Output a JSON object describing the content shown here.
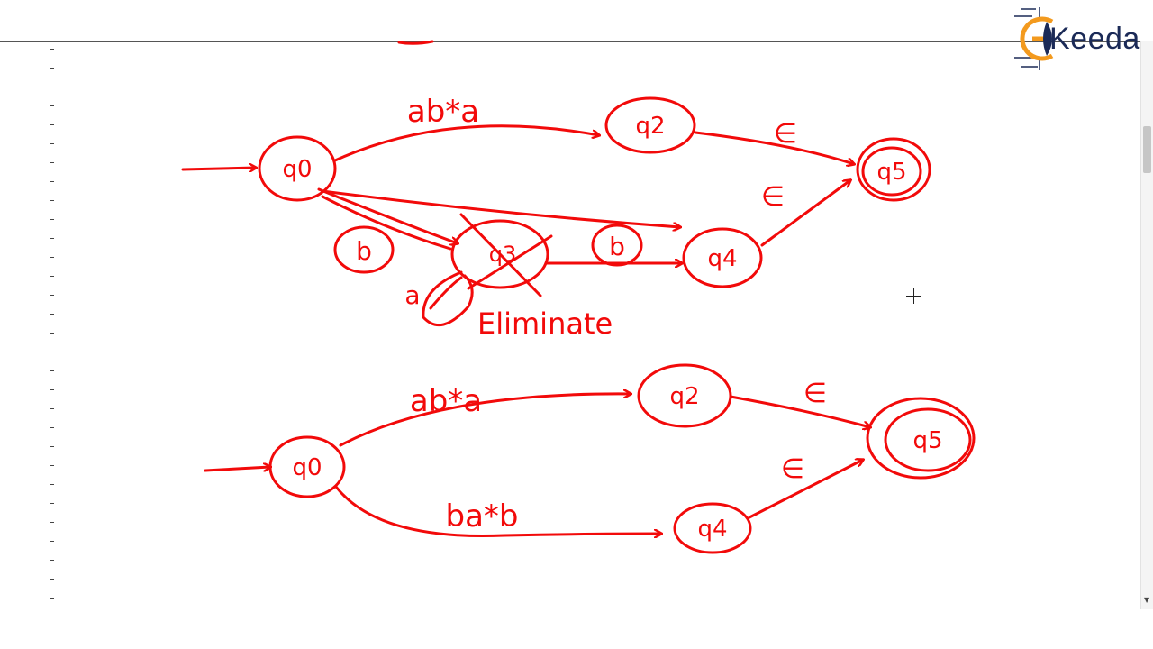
{
  "logo": {
    "text": "Keeda",
    "brand_color": "#f39a1e",
    "text_color": "#1b2a57"
  },
  "ink_color": "#f20a0a",
  "diagram1": {
    "states": {
      "q0": "q0",
      "q2": "q2",
      "q3": "q3",
      "q4": "q4",
      "q5": "q5"
    },
    "edges": {
      "q0_q2": "ab*a",
      "q2_q5": "∈",
      "q4_q5": "∈",
      "q0_q3": "b",
      "q3_q4": "b",
      "q3_self": "a"
    },
    "note": "Eliminate"
  },
  "diagram2": {
    "states": {
      "q0": "q0",
      "q2": "q2",
      "q4": "q4",
      "q5": "q5"
    },
    "edges": {
      "q0_q2": "ab*a",
      "q0_q4": "ba*b",
      "q2_q5": "∈",
      "q4_q5": "∈"
    }
  }
}
